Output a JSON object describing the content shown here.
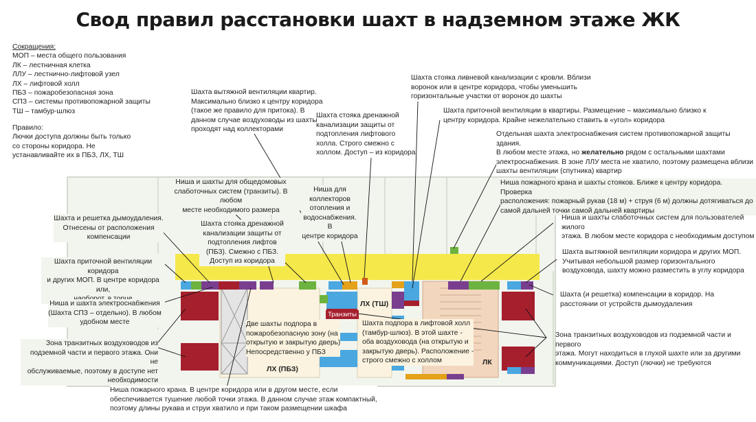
{
  "title": "Свод правил расстановки шахт в надземном этаже ЖК",
  "legend": {
    "heading": "Сокращения:",
    "items": [
      "МОП – места общего пользования",
      "ЛК – лестничная клетка",
      "ЛЛУ – лестнично-лифтовой узел",
      "ЛХ – лифтовой холл",
      "ПБЗ – пожаробезопасная зона",
      "СПЗ – системы противопожарной защиты",
      "ТШ – тамбур-шлюз"
    ]
  },
  "rule": {
    "heading": "Правило:",
    "lines": [
      "Лючки доступа должны быть только",
      "со стороны коридора. Не",
      "устанавливайте их в ПБЗ, ЛХ, ТШ"
    ]
  },
  "room_labels": {
    "lh_tsh": "ЛХ (ТШ)",
    "transit": "Транзиты",
    "lh_pbz": "ЛХ (ПБЗ)",
    "lk": "ЛК"
  },
  "annotations": {
    "exhaust_apartments": [
      "Шахта вытяжной вентиляции квартир.",
      "Максимально близко к центру коридора",
      "(такое же правило для притока). В",
      "данном случае воздуховоды из шахты",
      "проходят над коллекторами"
    ],
    "rain_drain": [
      "Шахта стояка ливневой канализации с кровли. Вблизи",
      "воронок или в центре коридора, чтобы уменьшить",
      "горизонтальные участки от воронок до шахты"
    ],
    "supply_apartments": [
      "Шахта приточной вентиляции в квартиры. Размещение – максимально близко к",
      "центру коридора. Крайне нежелательно ставить в «угол» коридора"
    ],
    "drainage_fire": [
      "Шахта стояка дренажной",
      "канализации защиты от",
      "подтопления лифтового",
      "холла. Строго смежно с",
      "холлом. Доступ – из коридора"
    ],
    "power_fire_line1": "Отдельная шахта электроснабжения систем противопожарной защиты здания.",
    "power_fire_line2a": "В любом месте этажа, но ",
    "power_fire_line2b": "желательно",
    "power_fire_line2c": " рядом с остальными шахтами",
    "power_fire_rest": [
      "электроснабжения. В зоне ЛЛУ места не хватило, поэтому размещена вблизи",
      "шахты вентиляции (спутника) квартир"
    ],
    "low_current_common": [
      "Ниша и шахты для общедомовых",
      "слаботочных систем (транзиты). В любом",
      "месте необходимого размера"
    ],
    "collectors": [
      "Ниша для",
      "коллекторов",
      "отопления и",
      "водоснабжения. В",
      "центре коридора"
    ],
    "hydrant": [
      "Ниша пожарного крана и шахты стояков. Ближе к центру коридора. Проверка",
      "расположения: пожарный рукав (18 м) + струя (6 м) должны дотягиваться до",
      "самой дальней точки самой дальней квартиры"
    ],
    "smoke_removal": [
      "Шахта и решетка дымоудаления.",
      "Отнесены от расположения",
      "компенсации"
    ],
    "drainage_pbz": [
      "Шахта стояка дренажной",
      "канализации защиты от",
      "подтопления лифтов",
      "(ПБЗ). Смежно с ПБЗ.",
      "Доступ из коридора"
    ],
    "low_current_residents": [
      "Ниша и шахты слаботочных систем для пользователей жилого",
      "этажа. В любом месте коридора с необходимым доступом"
    ],
    "supply_corridor": [
      "Шахта приточной вентиляции коридора",
      "и других МОП. В центре коридора или,",
      "наоборот, в торце"
    ],
    "exhaust_corridor": [
      "Шахта вытяжной вентиляции коридора и других МОП.",
      "Учитывая небольшой размер горизонтального",
      "воздуховода, шахту можно разместить в углу коридора"
    ],
    "power_niche": [
      "Ниша и шахта электроснабжения",
      "(Шахта СПЗ – отдельно). В любом",
      "удобном месте"
    ],
    "compensation": [
      "Шахта (и решетка) компенсации в коридор. На",
      "расстоянии от устройств дымоудаления"
    ],
    "pbz_supply": [
      "Две шахты подпора в",
      "пожаробезопасную зону (на",
      "открытую и закрытую дверь)",
      "Непосредственно у ПБЗ"
    ],
    "tsh_supply": [
      "Шахта подпора в лифтовой холл",
      "(тамбур-шлюз). В этой шахте -",
      "оба воздуховода (на открытую и",
      "закрытую дверь). Расположение -",
      "строго смежно с холлом"
    ],
    "transit_left": [
      "Зона транзитных воздуховодов из",
      "подземной части и первого этажа. Они не",
      "обслуживаемые, поэтому в доступе нет",
      "необходимости"
    ],
    "transit_right": [
      "Зона транзитных воздуховодов из подземной части и первого",
      "этажа. Могут находиться в глухой шахте или за другими",
      "коммуникациями. Доступ (лючки) не требуются"
    ],
    "fire_hydrant_niche": [
      "Ниша пожарного крана. В центре коридора или в другом месте, если",
      "обеспечивается тушение любой точки этажа. В данном случае этаж компактный,",
      "поэтому длины рукава и струи хватило и при таком размещении шкафа"
    ]
  },
  "colors": {
    "corridor": "#f5e84a",
    "shaft_red": "#a51f2d",
    "shaft_blue": "#4aa7e0",
    "shaft_green": "#6db33f",
    "shaft_purple": "#7a3e8f",
    "lk_fill": "#f2d6be",
    "lh_fill": "#fbf3df",
    "plan_bg": "#f2f5ee"
  }
}
